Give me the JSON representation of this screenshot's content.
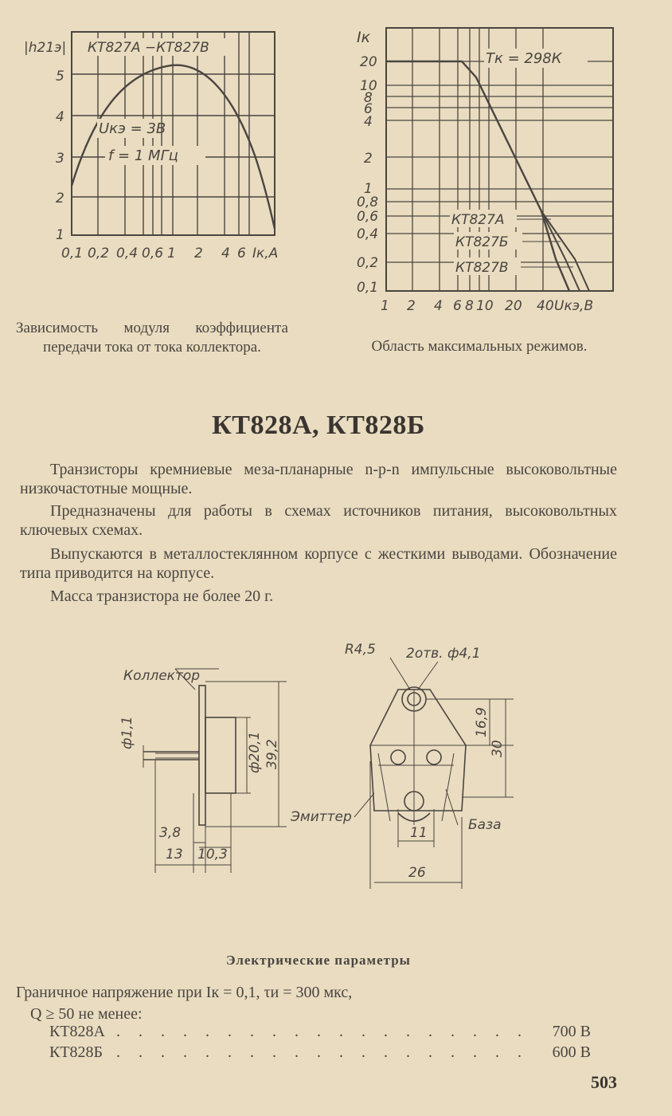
{
  "graph_left": {
    "y_axis_label": "|h21э|",
    "y_ticks": [
      "1",
      "2",
      "3",
      "4",
      "5"
    ],
    "x_ticks": [
      "0,1",
      "0,2",
      "0,4",
      "0,6",
      "1",
      "2",
      "4",
      "6"
    ],
    "x_axis_label": "Iк,А",
    "legend": "КТ827А −КТ827В",
    "condition_voltage": "Uкэ = 3В",
    "condition_freq": "f = 1 МГц",
    "caption": "Зависимость модуля коэффициента передачи тока от тока коллектора."
  },
  "graph_right": {
    "y_axis_label": "Iк",
    "y_ticks": [
      "20",
      "10",
      "8",
      "6",
      "4",
      "2",
      "1",
      "0,8",
      "0,6",
      "0,4",
      "0,2",
      "0,1"
    ],
    "x_ticks": [
      "1",
      "2",
      "4",
      "6",
      "8",
      "10",
      "20",
      "40"
    ],
    "x_axis_label": "Uкэ,В",
    "temperature": "Tк = 298К",
    "curve_labels": [
      "КТ827А",
      "КТ827Б",
      "КТ827В"
    ],
    "caption": "Область максимальных режимов."
  },
  "title": "КТ828А, КТ828Б",
  "paragraphs": [
    "Транзисторы кремниевые меза-планарные n-p-n импульсные высоковольтные низкочастотные мощные.",
    "Предназначены для работы в схемах источников питания, высоковольтных ключевых схемах.",
    "Выпускаются в металлостеклянном корпусе с жесткими выводами. Обозначение типа приводится на корпусе.",
    "Масса транзистора не более 20 г."
  ],
  "drawing": {
    "collector_label": "Коллектор",
    "emitter_label": "Эмиттер",
    "base_label": "База",
    "dim_radius": "R4,5",
    "dim_holes": "2отв. ф4,1",
    "dim_pin": "ф1,1",
    "dim_body_dia": "ф20,1",
    "dim_flange": "39,2",
    "dim_3_8": "3,8",
    "dim_13": "13",
    "dim_10_3": "10,3",
    "dim_16_9": "16,9",
    "dim_30": "30",
    "dim_11": "11",
    "dim_26": "26"
  },
  "section_title": "Электрические параметры",
  "param_intro_line1": "Граничное напряжение при Iк = 0,1, τи = 300 мкс,",
  "param_intro_line2": "Q ≥ 50 не менее:",
  "param_rows": [
    {
      "name": "КТ828А",
      "value": "700 В"
    },
    {
      "name": "КТ828Б",
      "value": "600 В"
    }
  ],
  "page_number": "503"
}
